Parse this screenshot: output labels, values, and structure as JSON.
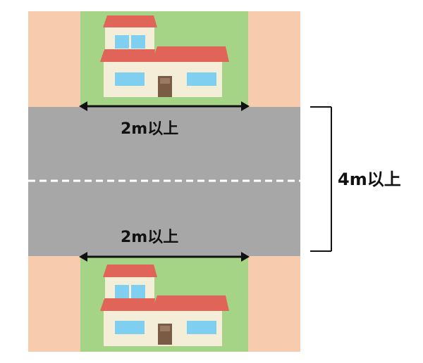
{
  "diagram": {
    "top_measure_label": "2m以上",
    "bottom_measure_label": "2m以上",
    "road_measure_label": "4m以上"
  },
  "colors": {
    "road": "#a7a7a7",
    "center_line": "#ffffff",
    "neighbor_lot": "#f7ccae",
    "lot_lawn": "#a6d487",
    "wall": "#f4edd8",
    "roof": "#e06457",
    "window_frame": "#7ecff0",
    "window_glass": "#bfe8f8",
    "door": "#7a5b45",
    "arrow": "#111111"
  },
  "icons": {
    "house": "house-icon",
    "arrow": "double-arrow-icon",
    "bracket": "bracket-icon"
  }
}
